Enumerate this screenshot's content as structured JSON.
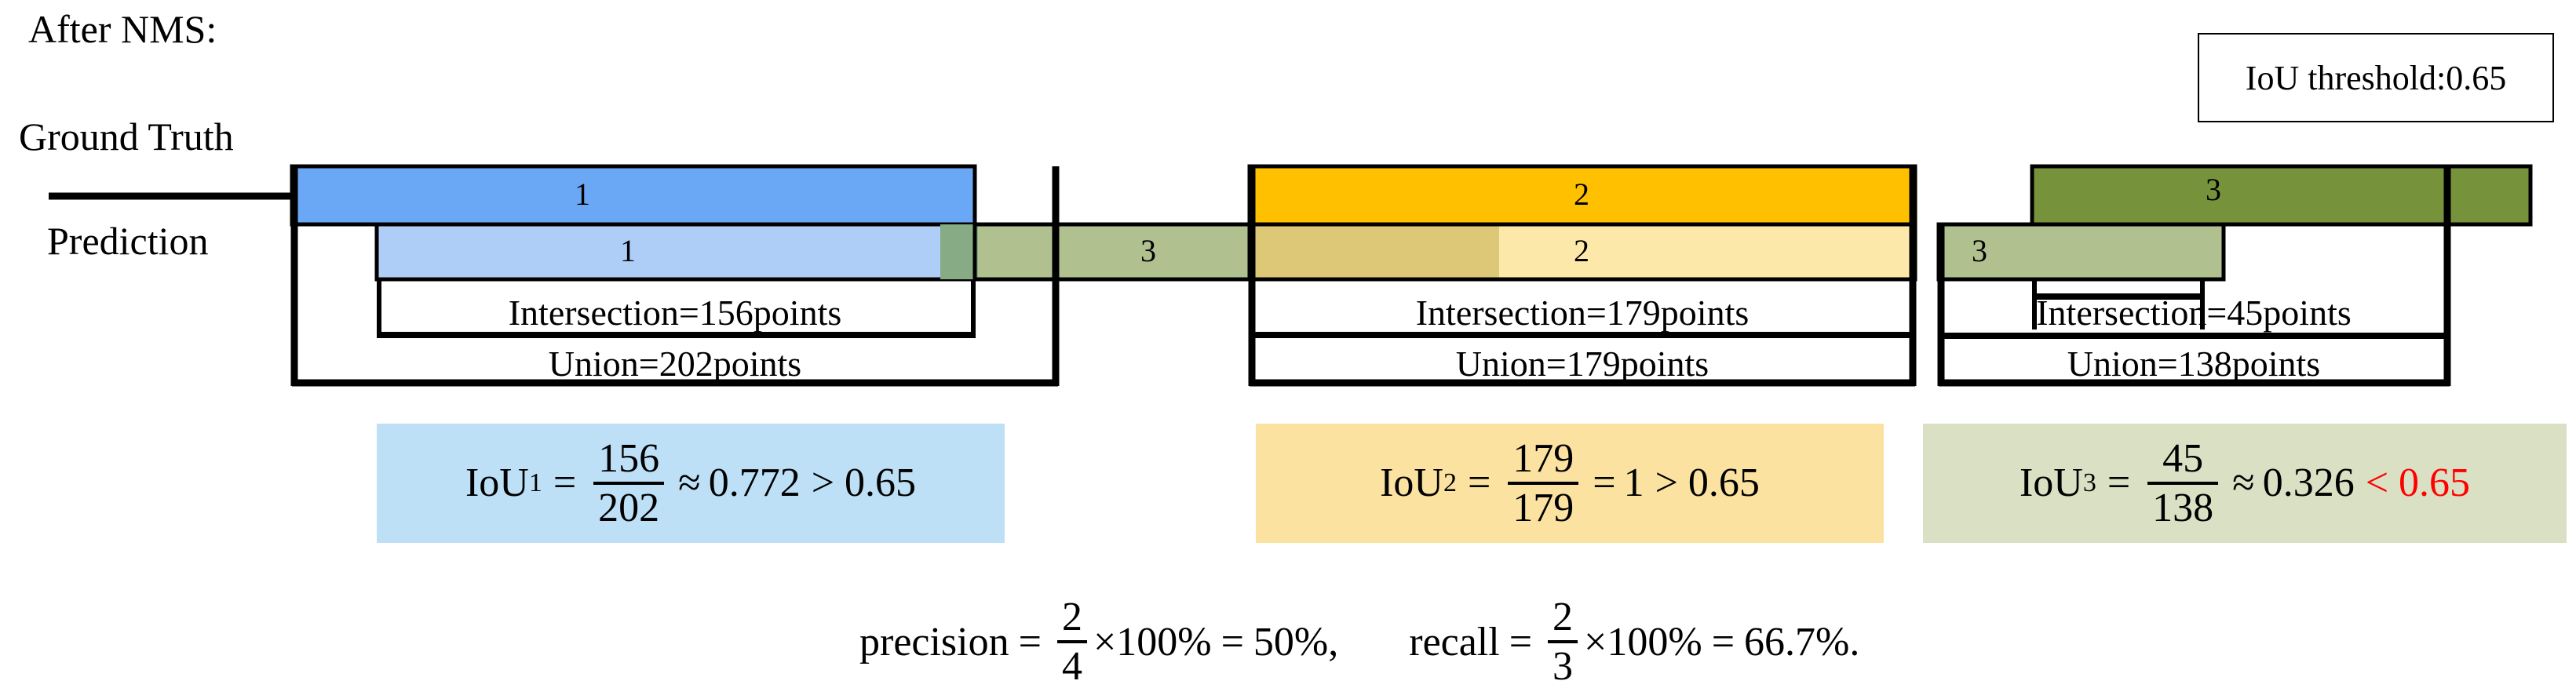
{
  "title": "After NMS:",
  "axis": {
    "ground_truth_label": "Ground Truth",
    "prediction_label": "Prediction"
  },
  "threshold_box": {
    "text": "IoU threshold:0.65"
  },
  "colors": {
    "gt_blue": "#6aa8f5",
    "pred_blue": "#aecdf7",
    "gt_orange": "#ffc000",
    "pred_orange": "#fce8a8",
    "gt_green": "#76933c",
    "pred_green": "#b0c08e",
    "overlap_green_blue": "#86ab85",
    "overlap_green_orange": "#ddc878",
    "box_blue_fill": "#bde0f7",
    "box_orange_fill": "#fbe2a0",
    "box_green_fill": "#d9e0c3",
    "red": "#ff0000",
    "stroke": "#000000"
  },
  "groups": [
    {
      "id": "group-1",
      "gt_label": "1",
      "pred_label": "1",
      "intersection_label": "Intersection=156points",
      "union_label": "Union=202points",
      "intersection_points": 156,
      "union_points": 202,
      "iou_name": "IoU",
      "iou_index": "1",
      "iou_numerator": "156",
      "iou_denominator": "202",
      "iou_relation": "≈",
      "iou_value": "0.772",
      "iou_compare": "> 0.65",
      "compare_color": "#000000"
    },
    {
      "id": "group-2",
      "gt_label": "2",
      "pred_label": "2",
      "intersection_label": "Intersection=179points",
      "union_label": "Union=179points",
      "intersection_points": 179,
      "union_points": 179,
      "iou_name": "IoU",
      "iou_index": "2",
      "iou_numerator": "179",
      "iou_denominator": "179",
      "iou_relation": "=",
      "iou_value": "1",
      "iou_compare": "> 0.65",
      "compare_color": "#000000"
    },
    {
      "id": "group-3",
      "gt_label": "3",
      "pred_label": "3",
      "intersection_label": "Intersection=45points",
      "union_label": "Union=138points",
      "intersection_points": 45,
      "union_points": 138,
      "iou_name": "IoU",
      "iou_index": "3",
      "iou_numerator": "45",
      "iou_denominator": "138",
      "iou_relation": "≈",
      "iou_value": "0.326",
      "iou_compare": "< 0.65",
      "compare_color": "#ff0000"
    }
  ],
  "extra_prediction": {
    "label": "3"
  },
  "metrics": {
    "precision": {
      "name": "precision",
      "eq": "=",
      "numerator": "2",
      "denominator": "4",
      "times": "×100%",
      "result_eq": "=",
      "result": "50%,"
    },
    "recall": {
      "name": "recall",
      "eq": "=",
      "numerator": "2",
      "denominator": "3",
      "times": "×100%",
      "result_eq": "=",
      "result": "66.7%."
    }
  }
}
